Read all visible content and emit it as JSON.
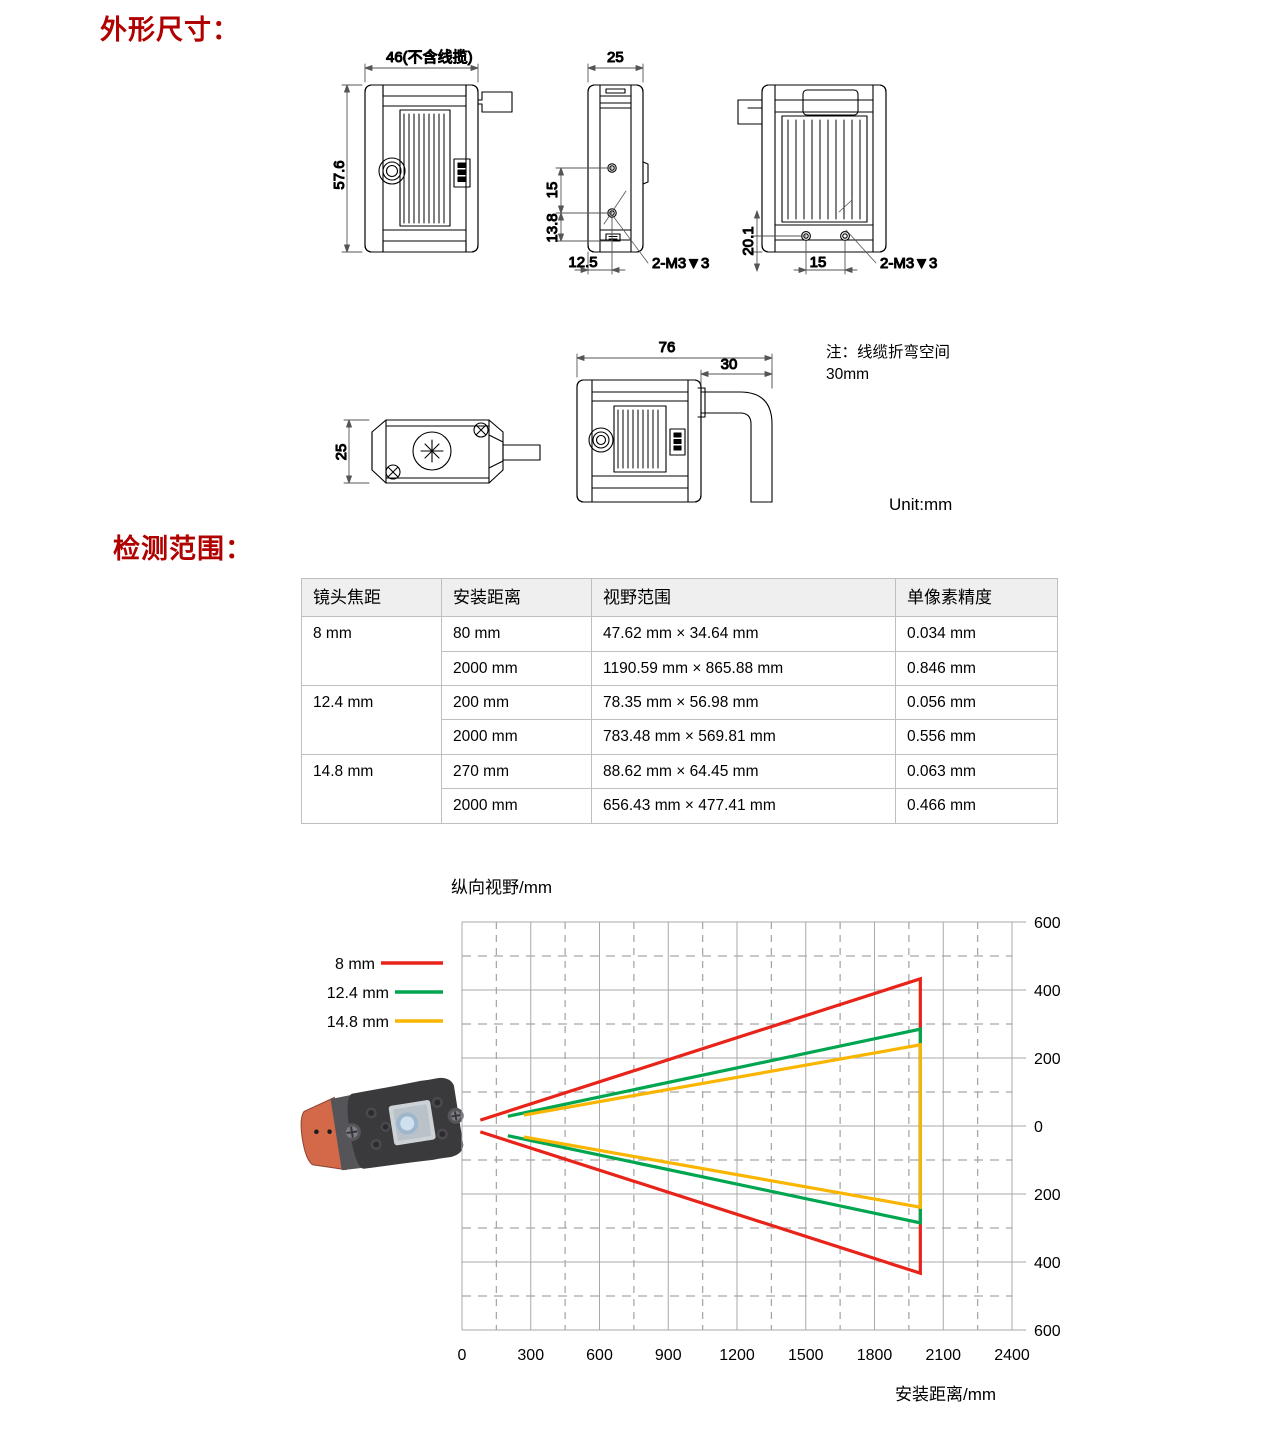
{
  "sections": {
    "dimensions_title": "外形尺寸：",
    "range_title": "检测范围："
  },
  "drawing": {
    "unit_note": "Unit:mm",
    "cable_note_line1": "注：线缆折弯空间",
    "cable_note_line2": "30mm",
    "dims": {
      "front_width": "46(不含线揽)",
      "front_height": "57.6",
      "side_width": "25",
      "side_hole_top": "15",
      "side_hole_bottom": "13.8",
      "side_offset": "12.5",
      "thread_side": "2-M3▼3",
      "rear_hole_height": "20.1",
      "rear_hole_spacing": "15",
      "thread_rear": "2-M3▼3",
      "top_height": "25",
      "bracket_total": "76",
      "bracket_cable": "30"
    }
  },
  "table": {
    "headers": [
      "镜头焦距",
      "安装距离",
      "视野范围",
      "单像素精度"
    ],
    "groups": [
      {
        "focal": "8 mm",
        "rows": [
          {
            "distance": "80 mm",
            "fov": "47.62 mm × 34.64 mm",
            "accuracy": "0.034 mm"
          },
          {
            "distance": "2000 mm",
            "fov": "1190.59 mm × 865.88 mm",
            "accuracy": "0.846 mm"
          }
        ]
      },
      {
        "focal": "12.4 mm",
        "rows": [
          {
            "distance": "200 mm",
            "fov": "78.35 mm × 56.98 mm",
            "accuracy": "0.056 mm"
          },
          {
            "distance": "2000 mm",
            "fov": "783.48 mm × 569.81 mm",
            "accuracy": "0.556 mm"
          }
        ]
      },
      {
        "focal": "14.8 mm",
        "rows": [
          {
            "distance": "270 mm",
            "fov": "88.62 mm × 64.45 mm",
            "accuracy": "0.063 mm"
          },
          {
            "distance": "2000 mm",
            "fov": "656.43 mm × 477.41 mm",
            "accuracy": "0.466 mm"
          }
        ]
      }
    ]
  },
  "chart_data": {
    "type": "line",
    "title": "",
    "xlabel": "安装距离/mm",
    "ylabel": "纵向视野/mm",
    "xlim": [
      0,
      2400
    ],
    "ylim": [
      -600,
      600
    ],
    "xticks": [
      0,
      300,
      600,
      900,
      1200,
      1500,
      1800,
      2100,
      2400
    ],
    "xtick_labels": [
      "0",
      "300",
      "600",
      "900",
      "1200",
      "1500",
      "1800",
      "2100",
      "2400"
    ],
    "yticks": [
      600,
      400,
      200,
      0,
      -200,
      -400,
      -600
    ],
    "ytick_labels": [
      "600",
      "400",
      "200",
      "0",
      "200",
      "400",
      "600"
    ],
    "grid": true,
    "legend_position": "left-outside",
    "series": [
      {
        "name": "8 mm",
        "color": "#e8231a",
        "near_distance": 80,
        "near_fov_half": 17.32,
        "far_distance": 2000,
        "far_fov_half": 432.94,
        "upper": [
          [
            80,
            17.32
          ],
          [
            2000,
            432.94
          ]
        ],
        "lower": [
          [
            80,
            -17.32
          ],
          [
            2000,
            -432.94
          ]
        ]
      },
      {
        "name": "12.4 mm",
        "color": "#00a64f",
        "near_distance": 200,
        "near_fov_half": 28.49,
        "far_distance": 2000,
        "far_fov_half": 284.91,
        "upper": [
          [
            200,
            28.49
          ],
          [
            2000,
            284.91
          ]
        ],
        "lower": [
          [
            200,
            -28.49
          ],
          [
            2000,
            -284.91
          ]
        ]
      },
      {
        "name": "14.8 mm",
        "color": "#f9b500",
        "near_distance": 270,
        "near_fov_half": 32.23,
        "far_distance": 2000,
        "far_fov_half": 238.71,
        "upper": [
          [
            270,
            32.23
          ],
          [
            2000,
            238.71
          ]
        ],
        "lower": [
          [
            270,
            -32.23
          ],
          [
            2000,
            -238.71
          ]
        ]
      }
    ]
  },
  "camera_image": {
    "alt": "industrial code reader camera",
    "body_color": "#3a3a3c",
    "accent_color": "#d4694a"
  }
}
